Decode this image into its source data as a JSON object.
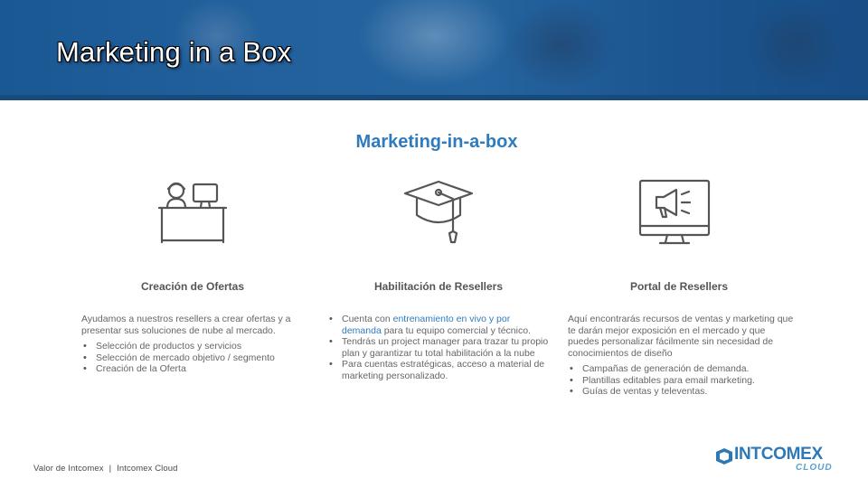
{
  "header": {
    "title": "Marketing in a Box"
  },
  "section": {
    "title": "Marketing-in-a-box"
  },
  "columns": [
    {
      "icon": "helpdesk-person-icon",
      "title": "Creación de Ofertas",
      "intro": "Ayudamos a nuestros resellers a crear ofertas y a presentar sus soluciones de nube al mercado.",
      "bullets": [
        "Selección de productos y servicios",
        "Selección de mercado objetivo / segmento",
        "Creación de la Oferta"
      ]
    },
    {
      "icon": "graduation-cap-icon",
      "title": "Habilitación de Resellers",
      "b1_pre": "Cuenta con ",
      "b1_hl": "entrenamiento en vivo y por demanda",
      "b1_post": " para tu equipo comercial y técnico.",
      "b2": "Tendrás un project manager para trazar tu propio plan y garantizar tu total habilitación a la nube",
      "b3": "Para cuentas estratégicas, acceso a material de marketing personalizado."
    },
    {
      "icon": "monitor-megaphone-icon",
      "title": "Portal de Resellers",
      "intro": "Aquí encontrarás recursos de ventas y marketing que te darán mejor exposición en el mercado y que puedes personalizar fácilmente sin necesidad de conocimientos de diseño",
      "bullets": [
        "Campañas de generación de demanda.",
        "Plantillas editables para email marketing.",
        "Guías de ventas y televentas."
      ]
    }
  ],
  "footer": {
    "left_a": "Valor de Intcomex",
    "separator": "|",
    "left_b": "Intcomex Cloud",
    "logo_text": "INTCOMEX",
    "logo_sub": "CLOUD"
  }
}
